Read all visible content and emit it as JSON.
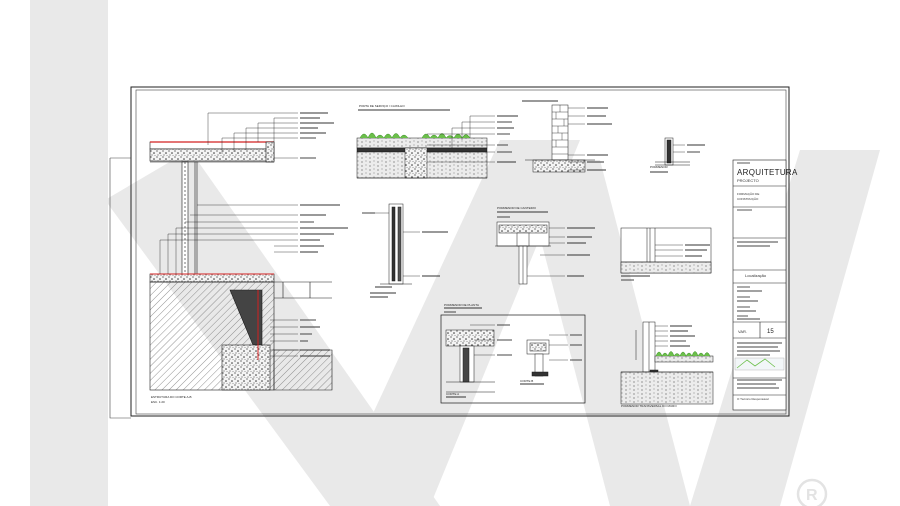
{
  "title_block": {
    "discipline": "ARQUITETURA",
    "phase": "PROJECTO",
    "project_lines": [
      "FORMAÇÃO DE",
      "CONSTRUÇÃO"
    ],
    "section": "Localização",
    "sheet_number": "15",
    "scale": "VAR.",
    "responsible": "O Técnico Responsável"
  },
  "drawings": {
    "main_section": "ESTRUTURA DO CORTE A-B",
    "main_scale": "ESC. 1:20",
    "detail_door": "PORTA DE SERVIÇO / CAIXILHO",
    "detail_stair": "PORMENOR DE CANTEIRO",
    "detail_top_right": "PORMENOR",
    "detail_bottom": "PORMENOR DE PLANTA",
    "detail_bottom_sub": "CORTE A",
    "detail_bottom_sub2": "CORTE B",
    "detail_right_bottom": "PORMENOR TRANSVERSAL DO MURO"
  },
  "colors": {
    "line": "#1a1a1a",
    "watermark": "#e8e8e8",
    "vegetation": "#6bbf4a",
    "accent_red": "#d22020"
  },
  "watermark": {
    "mark_icon": "registered-icon"
  }
}
